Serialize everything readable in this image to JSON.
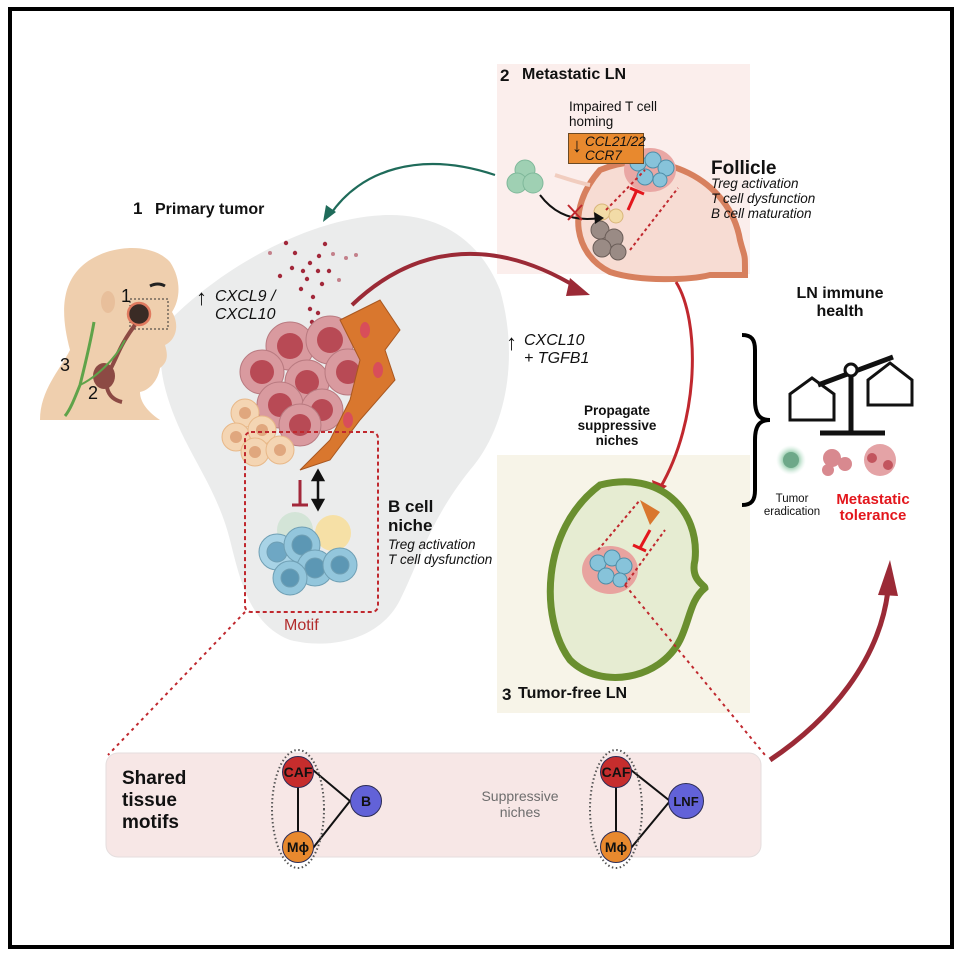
{
  "panels": {
    "primary_tumor": {
      "number": "1",
      "title": "Primary tumor",
      "genes_up": [
        "CXCL9 /",
        "CXCL10"
      ],
      "niche_title": [
        "B cell",
        "niche"
      ],
      "niche_effects": [
        "Treg activation",
        "T cell dysfunction"
      ],
      "motif_label": "Motif"
    },
    "metastatic_ln": {
      "number": "2",
      "title": "Metastatic LN",
      "homing_note": [
        "Impaired T cell",
        "homing"
      ],
      "genes_down": [
        "CCL21/22",
        "CCR7"
      ],
      "follicle_title": "Follicle",
      "follicle_effects": [
        "Treg activation",
        "T cell dysfunction",
        "B cell maturation"
      ],
      "genes_up": [
        "CXCL10",
        "+ TGFB1"
      ]
    },
    "propagate_label": [
      "Propagate",
      "suppressive",
      "niches"
    ],
    "tumor_free_ln": {
      "number": "3",
      "title": "Tumor-free LN"
    },
    "head_labels": [
      "1",
      "2",
      "3"
    ]
  },
  "balance": {
    "title": [
      "LN immune",
      "health"
    ],
    "left_label": [
      "Tumor",
      "eradication"
    ],
    "right_label": [
      "Metastatic",
      "tolerance"
    ]
  },
  "motifs": {
    "title": [
      "Shared",
      "tissue",
      "motifs"
    ],
    "caption": [
      "Suppressive",
      "niches"
    ],
    "left": {
      "top": "CAF",
      "bottom": "Mϕ",
      "partner": "B"
    },
    "right": {
      "top": "CAF",
      "bottom": "Mϕ",
      "partner": "LNF"
    }
  },
  "colors": {
    "frame": "#000000",
    "primary_bg": "#ebecec",
    "metastatic_bg": "#fbeeec",
    "tumor_free_bg": "#f7f4e8",
    "motif_bg": "#f7e7e6",
    "dark_red_arrow": "#9b2a36",
    "teal_arrow": "#1f6b5a",
    "orange": "#e8892e",
    "caf_red": "#c62d2d",
    "partner_blue": "#6262d8",
    "highlight_red": "#e3161c"
  }
}
